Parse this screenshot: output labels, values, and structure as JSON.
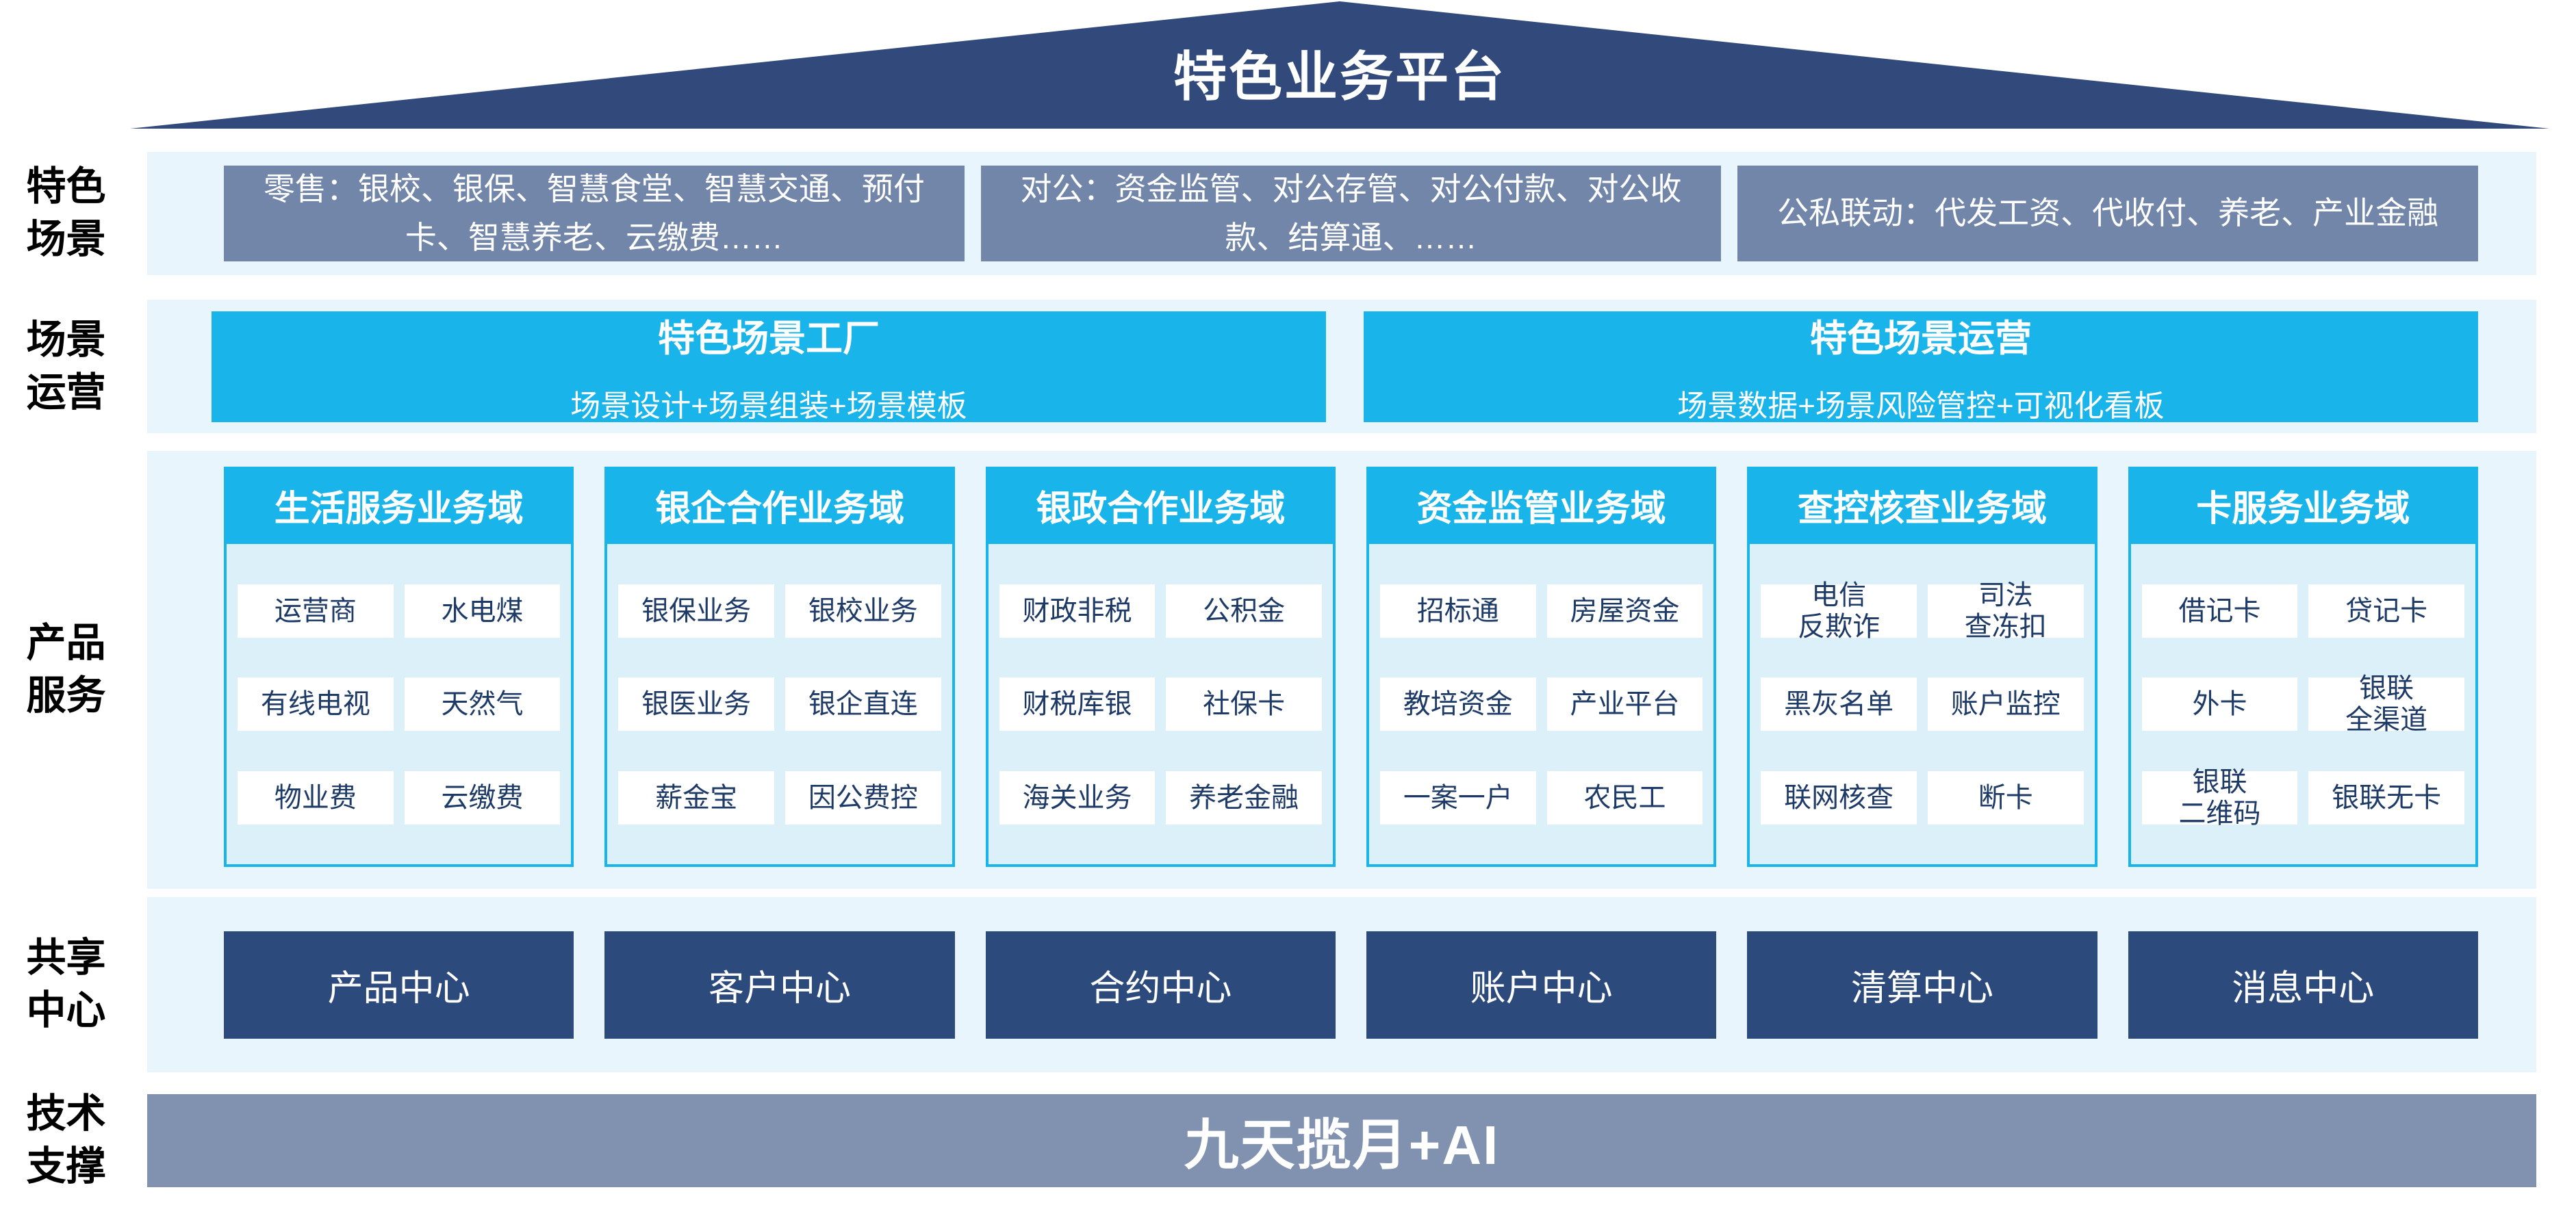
{
  "platform": {
    "title": "特色业务平台"
  },
  "side_labels": [
    {
      "line1": "特色",
      "line2": "场景"
    },
    {
      "line1": "场景",
      "line2": "运营"
    },
    {
      "line1": "产品",
      "line2": "服务"
    },
    {
      "line1": "共享",
      "line2": "中心"
    },
    {
      "line1": "技术",
      "line2": "支撑"
    }
  ],
  "scenes": {
    "boxes": [
      {
        "text": "零售：银校、银保、智慧食堂、智慧交通、预付卡、智慧养老、云缴费……"
      },
      {
        "text": "对公：资金监管、对公存管、对公付款、对公收款、结算通、……"
      },
      {
        "text": "公私联动：代发工资、代收付、养老、产业金融"
      }
    ]
  },
  "operations": {
    "boxes": [
      {
        "title": "特色场景工厂",
        "subtitle": "场景设计+场景组装+场景模板"
      },
      {
        "title": "特色场景运营",
        "subtitle": "场景数据+场景风险管控+可视化看板"
      }
    ]
  },
  "products": {
    "columns": [
      {
        "header": "生活服务业务域",
        "cells": [
          "运营商",
          "水电煤",
          "有线电视",
          "天然气",
          "物业费",
          "云缴费"
        ]
      },
      {
        "header": "银企合作业务域",
        "cells": [
          "银保业务",
          "银校业务",
          "银医业务",
          "银企直连",
          "薪金宝",
          "因公费控"
        ]
      },
      {
        "header": "银政合作业务域",
        "cells": [
          "财政非税",
          "公积金",
          "财税库银",
          "社保卡",
          "海关业务",
          "养老金融"
        ]
      },
      {
        "header": "资金监管业务域",
        "cells": [
          "招标通",
          "房屋资金",
          "教培资金",
          "产业平台",
          "一案一户",
          "农民工"
        ]
      },
      {
        "header": "查控核查业务域",
        "cells": [
          "电信\n反欺诈",
          "司法\n查冻扣",
          "黑灰名单",
          "账户监控",
          "联网核查",
          "断卡"
        ]
      },
      {
        "header": "卡服务业务域",
        "cells": [
          "借记卡",
          "贷记卡",
          "外卡",
          "银联\n全渠道",
          "银联\n二维码",
          "银联无卡"
        ]
      }
    ]
  },
  "shared_centers": {
    "items": [
      "产品中心",
      "客户中心",
      "合约中心",
      "账户中心",
      "清算中心",
      "消息中心"
    ]
  },
  "tech_support": {
    "text": "九天揽月+AI"
  },
  "colors": {
    "roof_navy": "#31497B",
    "scene_box_slate": "#7286A9",
    "band_pale_blue": "#E8F5FC",
    "accent_cyan": "#19B4EA",
    "column_body_blue": "#DCF0FA",
    "cell_text_navy": "#1E3A67",
    "center_box_navy": "#2D4A7C",
    "tech_bar_slate": "#8191B0"
  }
}
